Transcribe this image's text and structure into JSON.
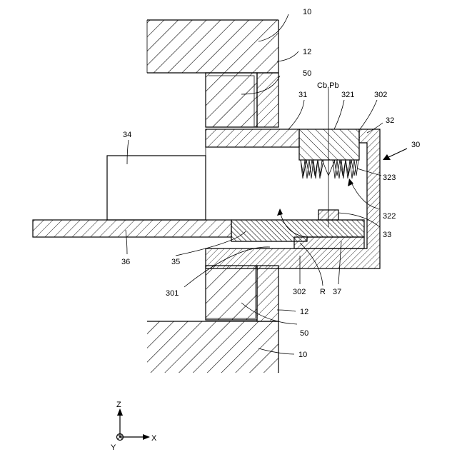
{
  "labels": {
    "frame_top": "10",
    "frame_bottom": "10",
    "plate_top": "12",
    "plate_bottom": "12",
    "spacer_top": "50",
    "spacer_bottom": "50",
    "upper_wall": "31",
    "cb_pb": "Cb,Pb",
    "block_321": "321",
    "part_302_top": "302",
    "part_32": "32",
    "unit_30": "30",
    "coil_323": "323",
    "part_322": "322",
    "part_33": "33",
    "box_34": "34",
    "rod_36": "36",
    "part_35": "35",
    "floor_301": "301",
    "part_302_bottom": "302",
    "region_r": "R",
    "part_37": "37"
  },
  "axes": {
    "z": "Z",
    "x": "X",
    "y": "Y"
  }
}
